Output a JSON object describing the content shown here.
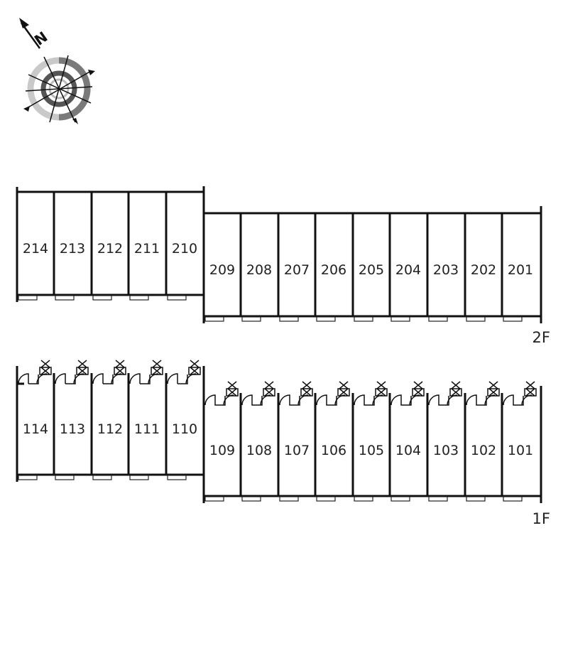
{
  "compass": {
    "north_label": "N",
    "icon": "compass-rose-icon"
  },
  "floors": [
    {
      "name": "2F",
      "units_left": [
        "214",
        "213",
        "212",
        "211",
        "210"
      ],
      "units_right": [
        "209",
        "208",
        "207",
        "206",
        "205",
        "204",
        "203",
        "202",
        "201"
      ]
    },
    {
      "name": "1F",
      "units_left": [
        "114",
        "113",
        "112",
        "111",
        "110"
      ],
      "units_right": [
        "109",
        "108",
        "107",
        "106",
        "105",
        "104",
        "103",
        "102",
        "101"
      ]
    }
  ]
}
